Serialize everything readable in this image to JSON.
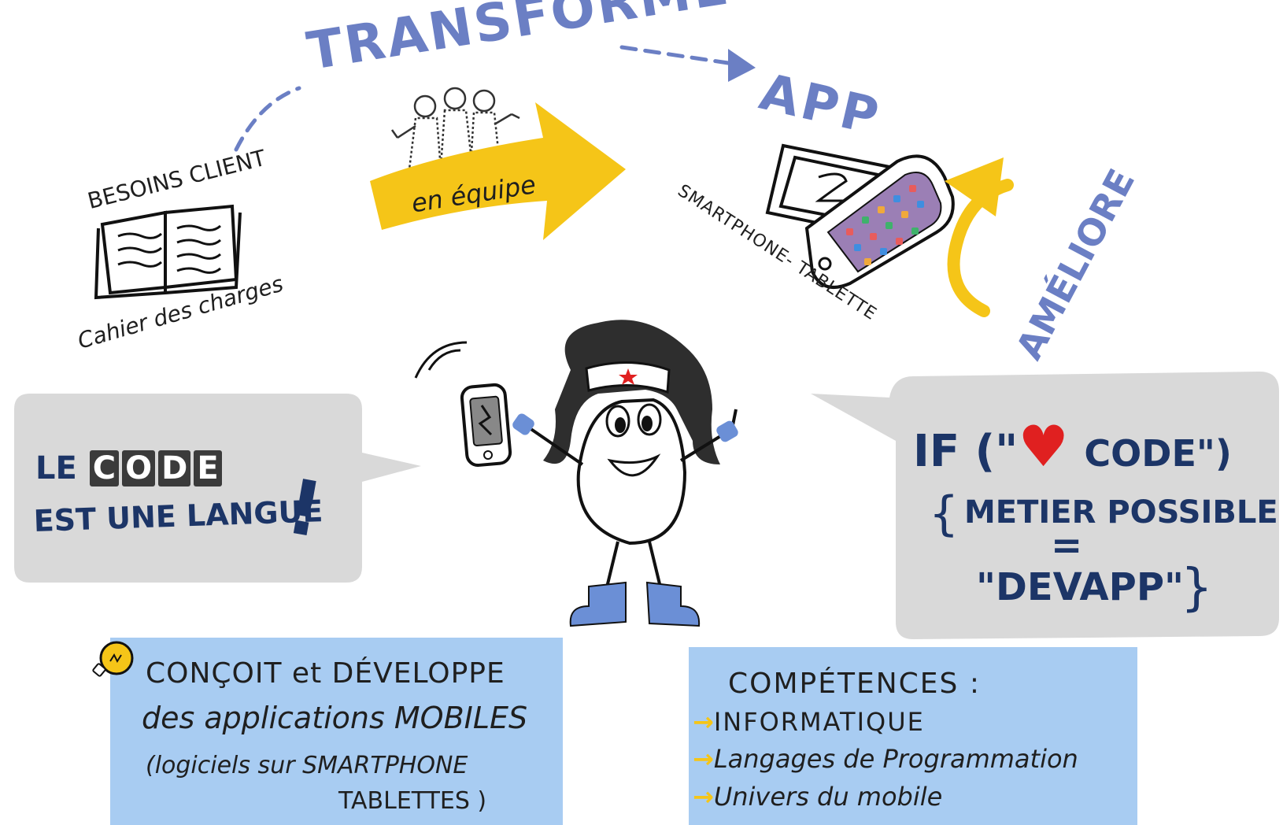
{
  "top": {
    "transforme": "TRANSFORME",
    "app": "APP",
    "besoins_client": "BESOINS CLIENT",
    "cahier": "Cahier des charges",
    "en_equipe": "en équipe",
    "smartphone_tablette": "SMARTPHONE- TABLETTE",
    "ameliore": "AMÉLIORE"
  },
  "left_bubble": {
    "le": "LE",
    "code_letters": [
      "C",
      "O",
      "D",
      "E"
    ],
    "line2": "EST UNE LANGUE",
    "exclaim": "!"
  },
  "right_bubble": {
    "if_prefix": "IF (\"",
    "heart": "♥",
    "if_suffix": "CODE\")",
    "brace_open": "{",
    "line2": "METIER POSSIBLE",
    "equals": "=",
    "line3": "\"DEVAPP\"",
    "brace_close": "}"
  },
  "bottom_left": {
    "line1": "CONÇOIT et DÉVELOPPE",
    "line2": "des applications MOBILES",
    "line3": "(logiciels sur SMARTPHONE",
    "line4": "TABLETTES )"
  },
  "bottom_right": {
    "title": "COMPÉTENCES :",
    "items": [
      "INFORMATIQUE",
      "Langages de Programmation",
      "Univers du mobile"
    ]
  },
  "colors": {
    "title_blue": "#6b7fc4",
    "navy": "#1c3567",
    "yellow": "#f5c518",
    "gray_bubble": "#d9d9d9",
    "blue_panel": "#a8ccf2",
    "heart_red": "#e02020"
  }
}
